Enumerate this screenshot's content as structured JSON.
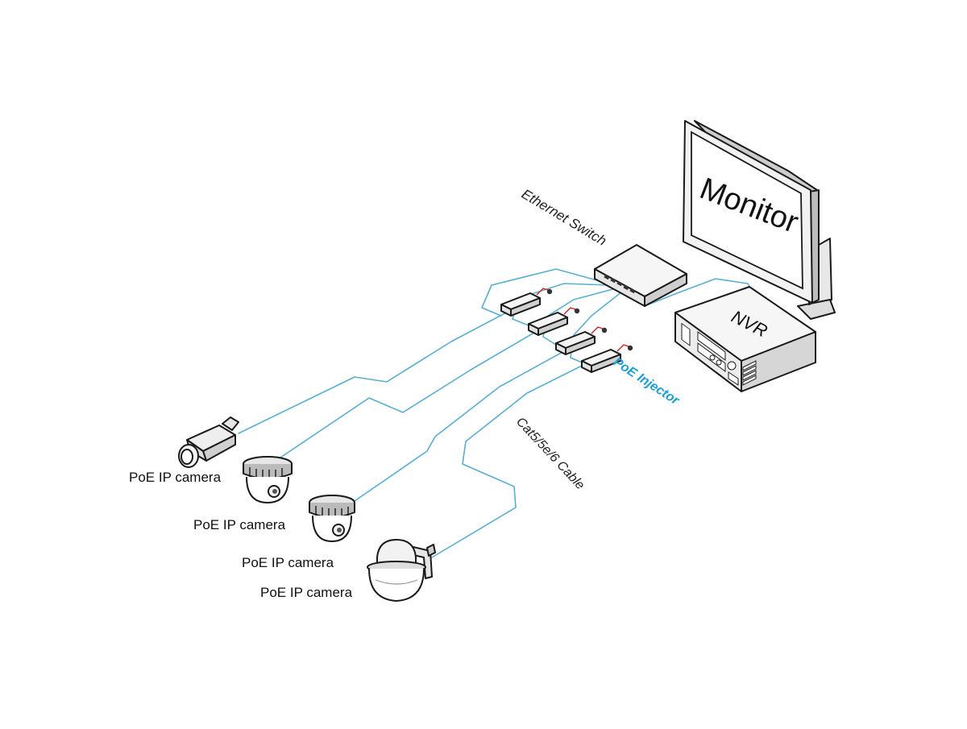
{
  "labels": {
    "monitor": "Monitor",
    "ethernet_switch": "Ethernet Switch",
    "nvr": "NVR",
    "poe_injector": "PoE Injector",
    "cable": "Cat5/5e/6 Cable",
    "camera_1": "PoE IP camera",
    "camera_2": "PoE IP camera",
    "camera_3": "PoE IP camera",
    "camera_4": "PoE IP camera"
  },
  "colors": {
    "cable": "#5aaed0",
    "accent_text": "#1e9fd2",
    "outline": "#1a1a1a",
    "device_fill": "#f4f4f4",
    "device_shade": "#d8d8d8",
    "power_plug": "#cc2222"
  },
  "icons": [
    "monitor-icon",
    "ethernet-switch-icon",
    "nvr-icon",
    "poe-injector-icon",
    "box-camera-icon",
    "dome-camera-icon",
    "speed-dome-camera-icon"
  ]
}
